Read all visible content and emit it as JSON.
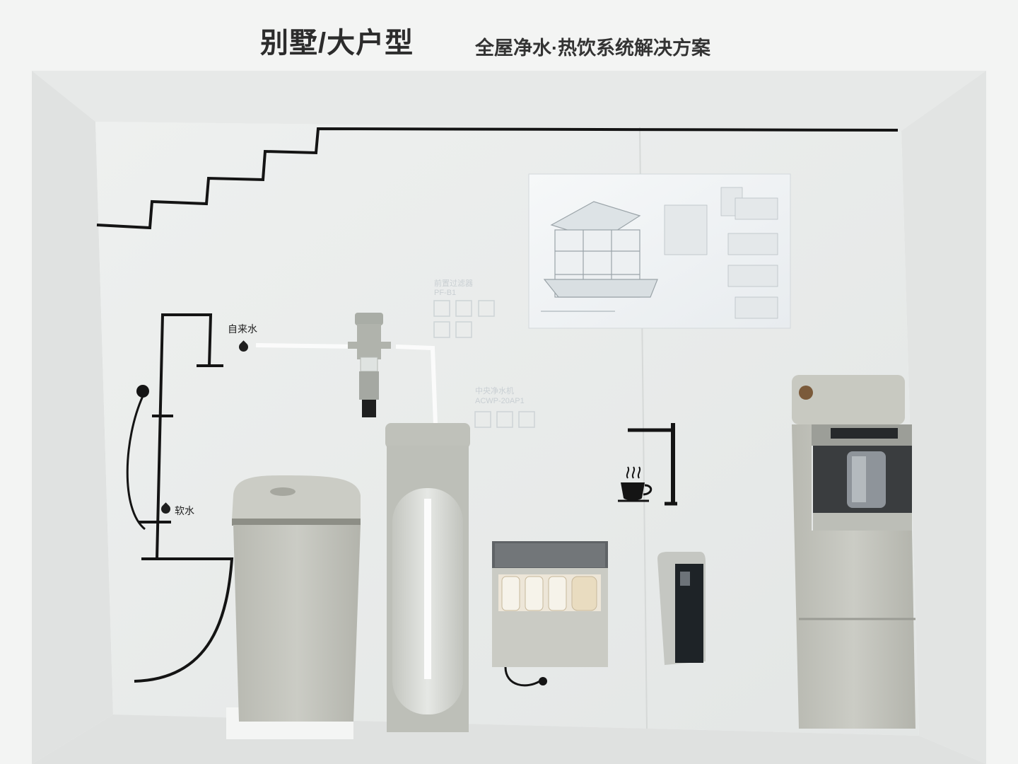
{
  "scene": {
    "title": "别墅/大户型",
    "subtitle": "全屋净水·热饮系统解决方案",
    "labels": {
      "tap_water": "自来水",
      "soft_water": "软水",
      "prefilter_name": "前置过滤器",
      "prefilter_model": "PF-B1",
      "central_purifier_name": "中央净水机",
      "central_purifier_model": "ACWP-20AP1"
    },
    "icons": {
      "water_drop": "water-drop-icon",
      "hot_drink": "coffee-cup-icon"
    },
    "colors": {
      "wall": "#eef0ef",
      "appliance": "#c3c4bc",
      "line": "#141414"
    }
  }
}
